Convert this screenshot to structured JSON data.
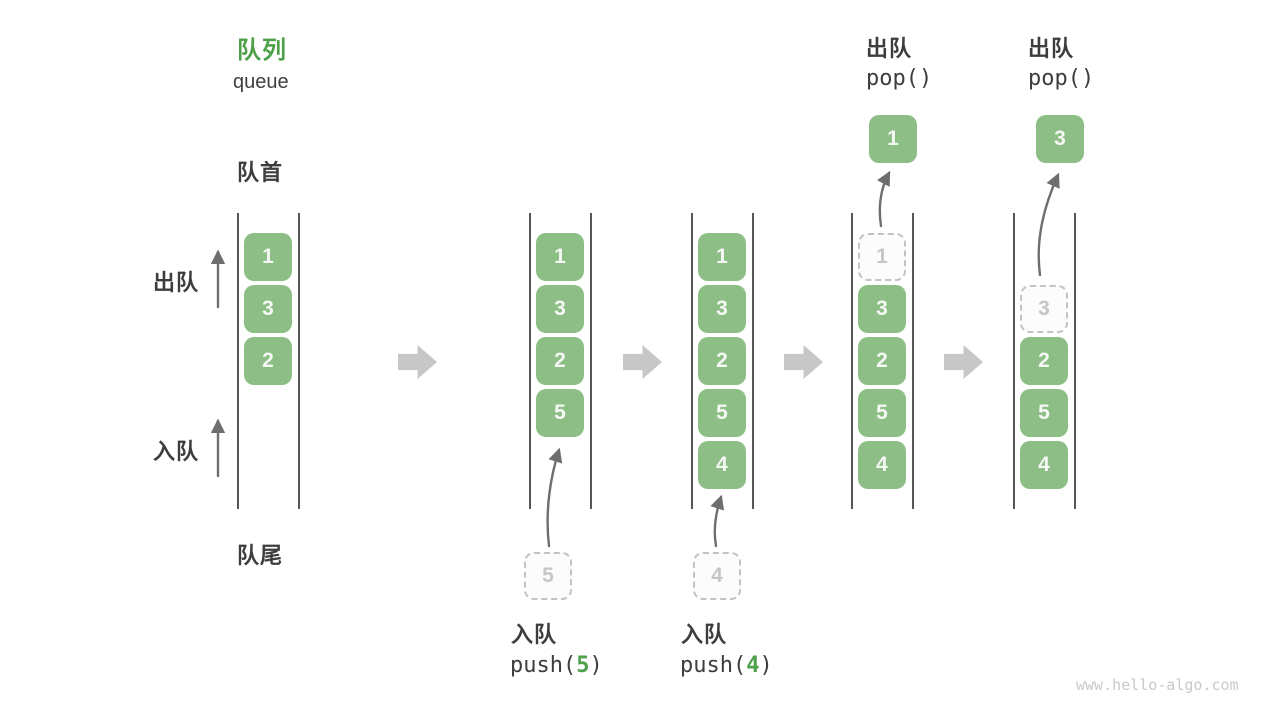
{
  "title": {
    "zh": "队列",
    "en": "queue"
  },
  "labels": {
    "front": "队首",
    "rear": "队尾",
    "dequeue_side": "出队",
    "enqueue_side": "入队"
  },
  "operations": {
    "push5": {
      "name": "入队",
      "call_pre": "push(",
      "call_arg": "5",
      "call_post": ")"
    },
    "push4": {
      "name": "入队",
      "call_pre": "push(",
      "call_arg": "4",
      "call_post": ")"
    },
    "pop_first": {
      "name": "出队",
      "call": "pop()"
    },
    "pop_second": {
      "name": "出队",
      "call": "pop()"
    }
  },
  "queues": [
    {
      "name": "initial",
      "cells": [
        {
          "v": "1"
        },
        {
          "v": "3"
        },
        {
          "v": "2"
        }
      ]
    },
    {
      "name": "after-push-5",
      "cells": [
        {
          "v": "1"
        },
        {
          "v": "3"
        },
        {
          "v": "2"
        },
        {
          "v": "5"
        }
      ]
    },
    {
      "name": "after-push-4",
      "cells": [
        {
          "v": "1"
        },
        {
          "v": "3"
        },
        {
          "v": "2"
        },
        {
          "v": "5"
        },
        {
          "v": "4"
        }
      ]
    },
    {
      "name": "after-pop-1",
      "cells": [
        {
          "v": "1",
          "state": "removed"
        },
        {
          "v": "3"
        },
        {
          "v": "2"
        },
        {
          "v": "5"
        },
        {
          "v": "4"
        }
      ]
    },
    {
      "name": "after-pop-3",
      "cells": [
        {
          "v": "3",
          "state": "removed"
        },
        {
          "v": "2"
        },
        {
          "v": "5"
        },
        {
          "v": "4"
        }
      ]
    }
  ],
  "staged": {
    "push5_value": "5",
    "push4_value": "4"
  },
  "popped": {
    "first": "1",
    "second": "3"
  },
  "watermark": "www.hello-algo.com",
  "colors": {
    "accent_green": "#4ea04a",
    "box_green": "#8cbe85",
    "box_text": "#f6f8f5",
    "text_dark": "#3d3d3d",
    "thin_arrow_gray": "#6e6e6e",
    "block_arrow_gray": "#c7c7c7",
    "dashed_border": "#c3c3c3",
    "faded_text": "#c6c6c6",
    "rail_line": "#565656",
    "watermark_gray": "#c9c9c9"
  }
}
